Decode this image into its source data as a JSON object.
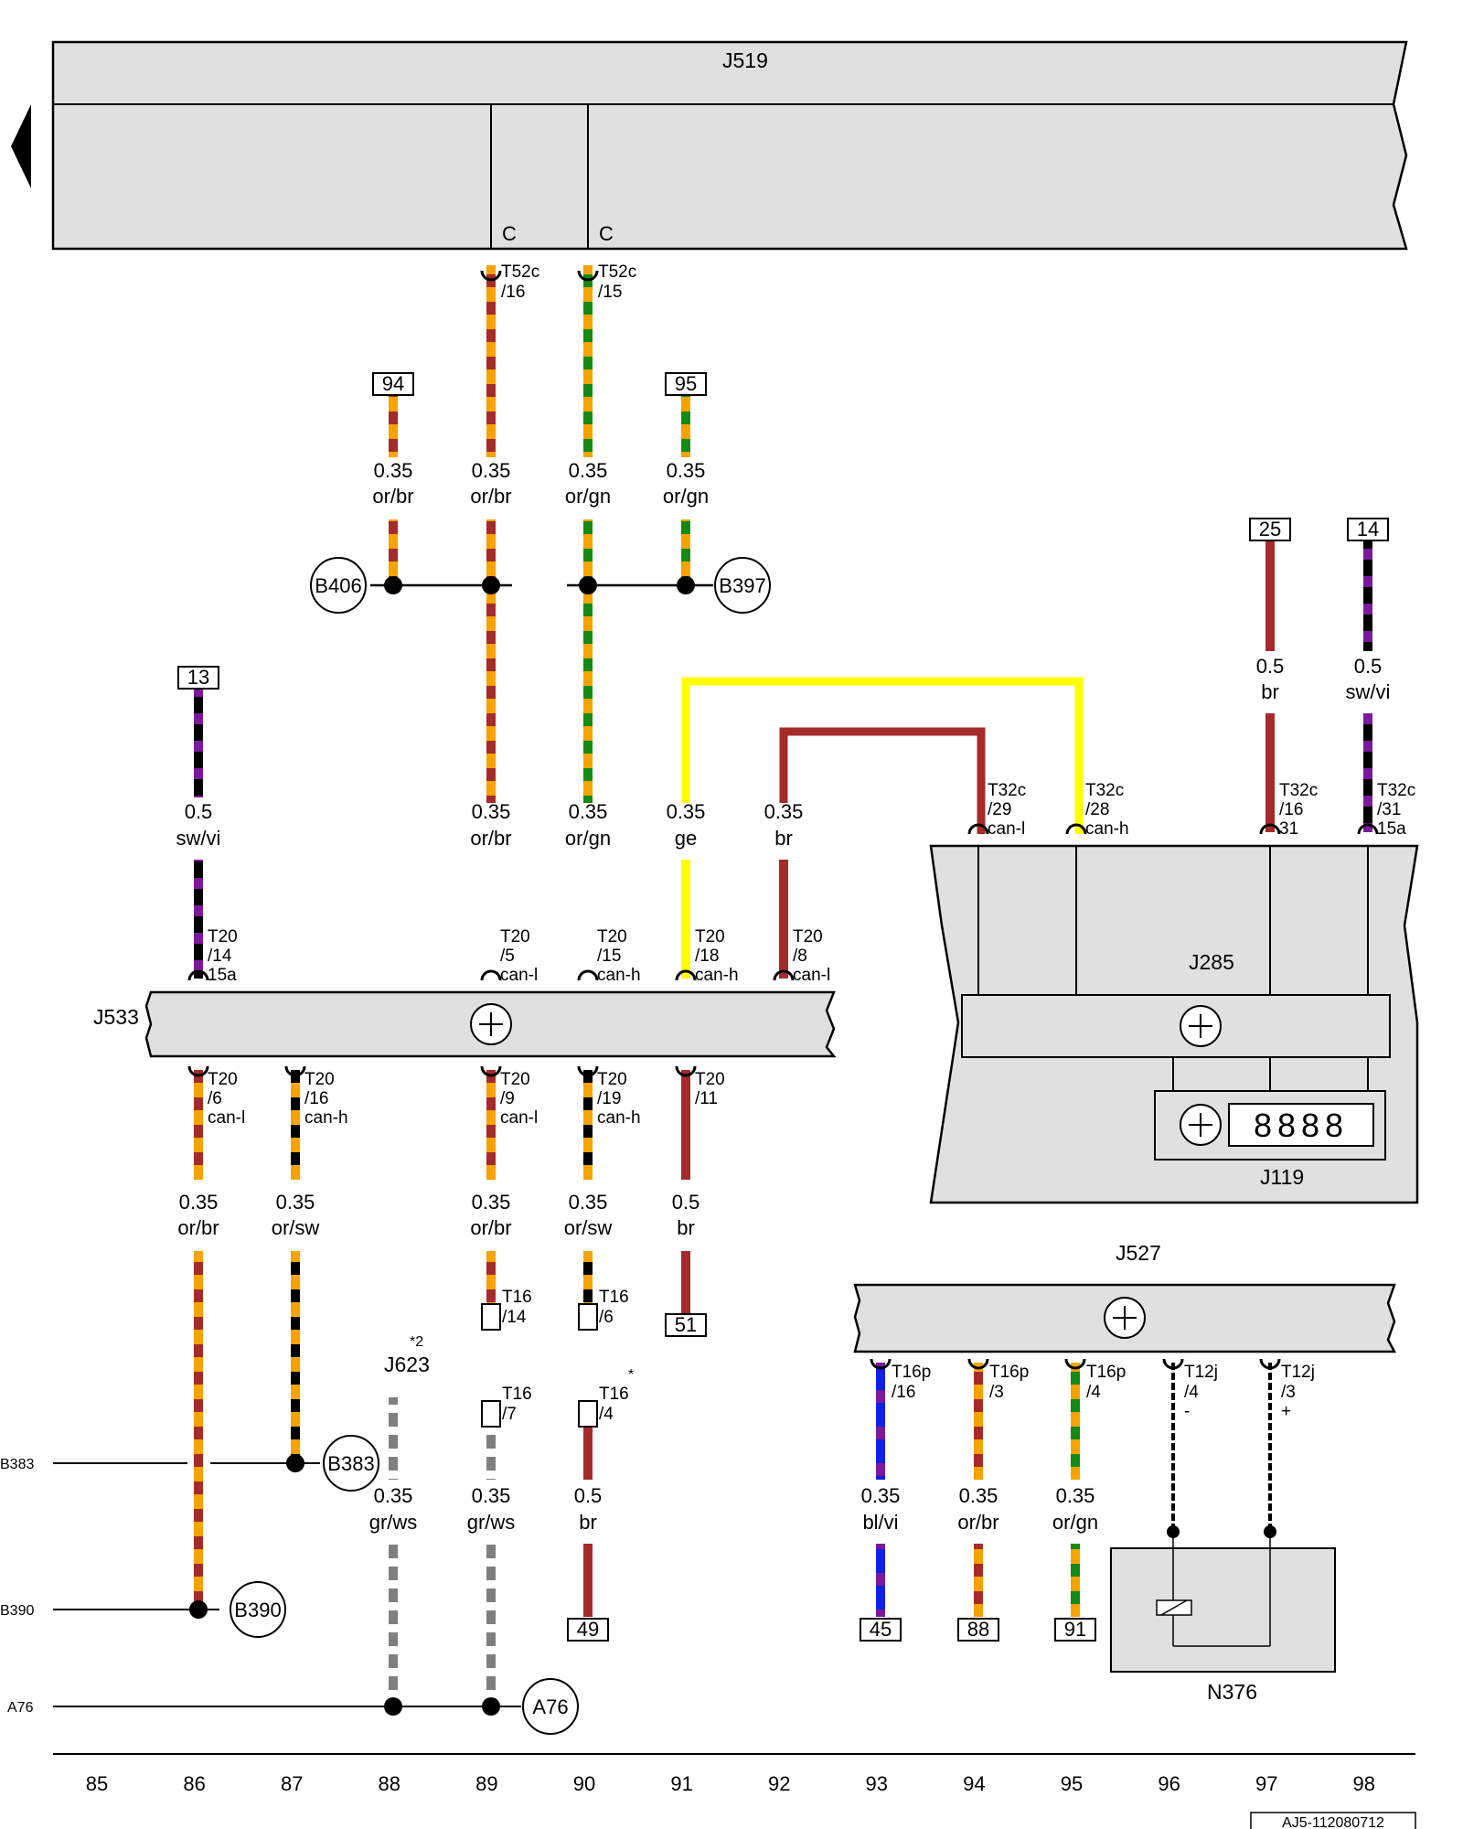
{
  "components": {
    "J519": "J519",
    "J533": "J533",
    "J285": "J285",
    "J119": "J119",
    "J527": "J527",
    "J623": "J623",
    "N376": "N376"
  },
  "j119_display": "8888",
  "footnotes": {
    "j623_mark": "*2",
    "t16_mark": "*"
  },
  "pin_labels": {
    "t52c_16": [
      "T52c",
      "/16"
    ],
    "t52c_15": [
      "T52c",
      "/15"
    ],
    "c1": "C",
    "c2": "C",
    "t32c_29": [
      "T32c",
      "/29",
      "can-l"
    ],
    "t32c_28": [
      "T32c",
      "/28",
      "can-h"
    ],
    "t32c_16": [
      "T32c",
      "/16",
      "31"
    ],
    "t32c_31": [
      "T32c",
      "/31",
      "15a"
    ],
    "t20_14": [
      "T20",
      "/14",
      "15a"
    ],
    "t20_5": [
      "T20",
      "/5",
      "can-l"
    ],
    "t20_15": [
      "T20",
      "/15",
      "can-h"
    ],
    "t20_18": [
      "T20",
      "/18",
      "can-h"
    ],
    "t20_8": [
      "T20",
      "/8",
      "can-l"
    ],
    "t20_6": [
      "T20",
      "/6",
      "can-l"
    ],
    "t20_16": [
      "T20",
      "/16",
      "can-h"
    ],
    "t20_9": [
      "T20",
      "/9",
      "can-l"
    ],
    "t20_19": [
      "T20",
      "/19",
      "can-h"
    ],
    "t20_11": [
      "T20",
      "/11"
    ],
    "t16_14": [
      "T16",
      "/14"
    ],
    "t16_6": [
      "T16",
      "/6"
    ],
    "t16_7": [
      "T16",
      "/7"
    ],
    "t16_4": [
      "T16",
      "/4"
    ],
    "t16p_16": [
      "T16p",
      "/16"
    ],
    "t16p_3": [
      "T16p",
      "/3"
    ],
    "t16p_4": [
      "T16p",
      "/4"
    ],
    "t12j_4": [
      "T12j",
      "/4",
      "-"
    ],
    "t12j_3": [
      "T12j",
      "/3",
      "+"
    ]
  },
  "wire_labels": {
    "w94_top": [
      "0.35",
      "or/br"
    ],
    "w89_top": [
      "0.35",
      "or/br"
    ],
    "w90_top": [
      "0.35",
      "or/gn"
    ],
    "w95_top": [
      "0.35",
      "or/gn"
    ],
    "w97_top": [
      "0.5",
      "br"
    ],
    "w98_top": [
      "0.5",
      "sw/vi"
    ],
    "w86_mid": [
      "0.5",
      "sw/vi"
    ],
    "w89_mid": [
      "0.35",
      "or/br"
    ],
    "w90_mid": [
      "0.35",
      "or/gn"
    ],
    "w91_mid": [
      "0.35",
      "ge"
    ],
    "w92_mid": [
      "0.35",
      "br"
    ],
    "w86_low": [
      "0.35",
      "or/br"
    ],
    "w87_low": [
      "0.35",
      "or/sw"
    ],
    "w89_low": [
      "0.35",
      "or/br"
    ],
    "w90_low": [
      "0.35",
      "or/sw"
    ],
    "w91_low": [
      "0.5",
      "br"
    ],
    "w88_bot": [
      "0.35",
      "gr/ws"
    ],
    "w89_bot": [
      "0.35",
      "gr/ws"
    ],
    "w90_bot": [
      "0.5",
      "br"
    ],
    "w93_bot": [
      "0.35",
      "bl/vi"
    ],
    "w94_bot": [
      "0.35",
      "or/br"
    ],
    "w95_bot": [
      "0.35",
      "or/gn"
    ]
  },
  "refs": {
    "r94": "94",
    "r95": "95",
    "r25": "25",
    "r14": "14",
    "r13": "13",
    "r51": "51",
    "r49": "49",
    "r45": "45",
    "r88": "88",
    "r91": "91"
  },
  "splices": {
    "B406": "B406",
    "B397": "B397",
    "B383": "B383",
    "B390": "B390",
    "A76": "A76"
  },
  "ground_lines": {
    "B383": "B383",
    "B390": "B390",
    "A76": "A76"
  },
  "columns": [
    "85",
    "86",
    "87",
    "88",
    "89",
    "90",
    "91",
    "92",
    "93",
    "94",
    "95",
    "96",
    "97",
    "98"
  ],
  "doc_code": "AJ5-112080712",
  "colors": {
    "orange": "#f5a300",
    "brown": "#a52a2a",
    "green": "#138a13",
    "black": "#000000",
    "violet": "#7a1a9a",
    "yellow": "#ffff00",
    "blue": "#1020e6",
    "gray": "#7f7f7f",
    "white": "#ffffff",
    "panel": "#e0e0e0"
  }
}
